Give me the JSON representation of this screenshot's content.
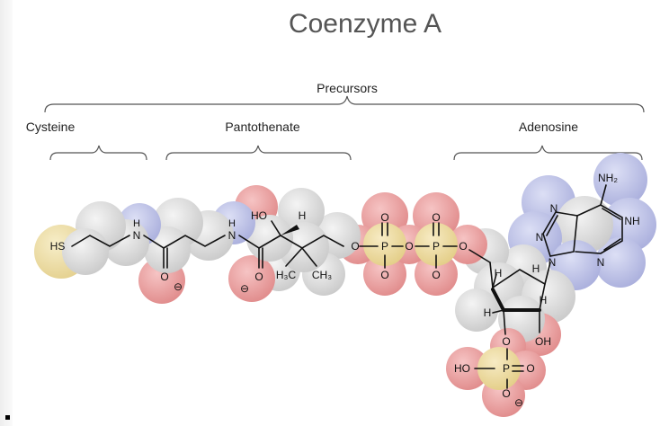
{
  "title": "Coenzyme A",
  "groups": {
    "precursors": "Precursors",
    "cysteine": "Cysteine",
    "pantothenate": "Pantothenate",
    "adenosine": "Adenosine"
  },
  "atoms": {
    "hs": "HS",
    "nh1": "N",
    "nh1_h": "H",
    "o1": "O",
    "neg1": "⊖",
    "nh2": "N",
    "nh2_h": "H",
    "o2": "O",
    "neg2": "⊖",
    "ho": "HO",
    "h_stereo": "H",
    "h3c": "H₃C",
    "ch3": "CH₃",
    "o_link1": "O",
    "p1": "P",
    "p1_otop": "O",
    "p1_obot": "O",
    "o_link2": "O",
    "p2": "P",
    "p2_otop": "O",
    "p2_obot": "O",
    "o_link3": "O",
    "nh2_amine": "NH₂",
    "n_top": "N",
    "nh_ring": "NH",
    "n_left": "N",
    "n_bottom": "N",
    "n_glyc": "N",
    "h_ring1": "H",
    "h_ring2": "H",
    "h_ring3": "H",
    "h_ring4": "H",
    "o_3p": "O",
    "oh": "OH",
    "ho_p": "HO",
    "p3": "P",
    "p3_oright": "O",
    "p3_obot": "O",
    "neg3": "⊖"
  },
  "colors": {
    "carbon": "#cfcfcf",
    "oxygen": "#e89a9a",
    "phosphorus": "#e9d59a",
    "nitrogen": "#b9bde3",
    "sulfur": "#ecdca0"
  }
}
